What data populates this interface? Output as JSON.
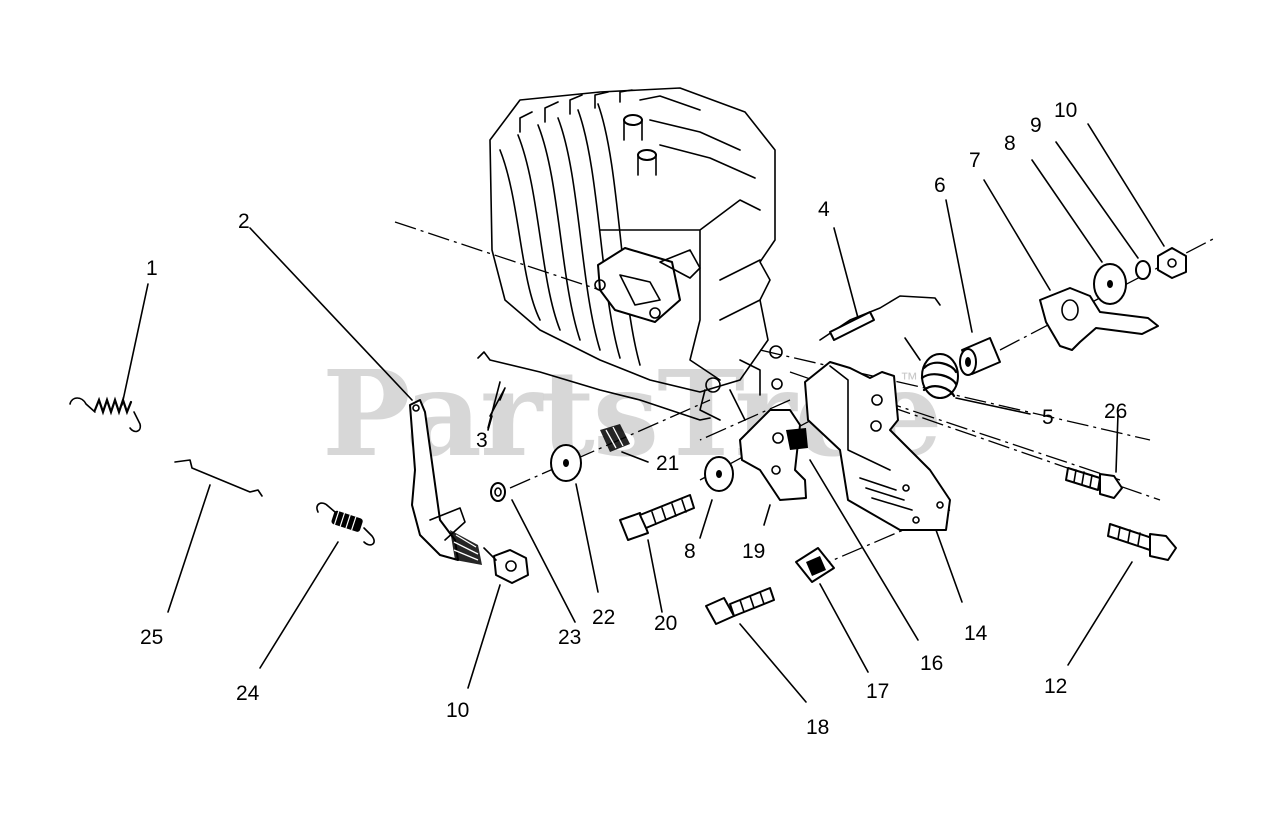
{
  "watermark": {
    "text": "PartsTree",
    "trademark": "™"
  },
  "labels": {
    "l1": "1",
    "l2": "2",
    "l3": "3",
    "l4": "4",
    "l5": "5",
    "l6": "6",
    "l7": "7",
    "l8a": "8",
    "l8b": "8",
    "l9": "9",
    "l10a": "10",
    "l10b": "10",
    "l12": "12",
    "l14": "14",
    "l16": "16",
    "l17": "17",
    "l18": "18",
    "l19": "19",
    "l20": "20",
    "l21": "21",
    "l22": "22",
    "l23": "23",
    "l24": "24",
    "l25": "25",
    "l26": "26"
  }
}
